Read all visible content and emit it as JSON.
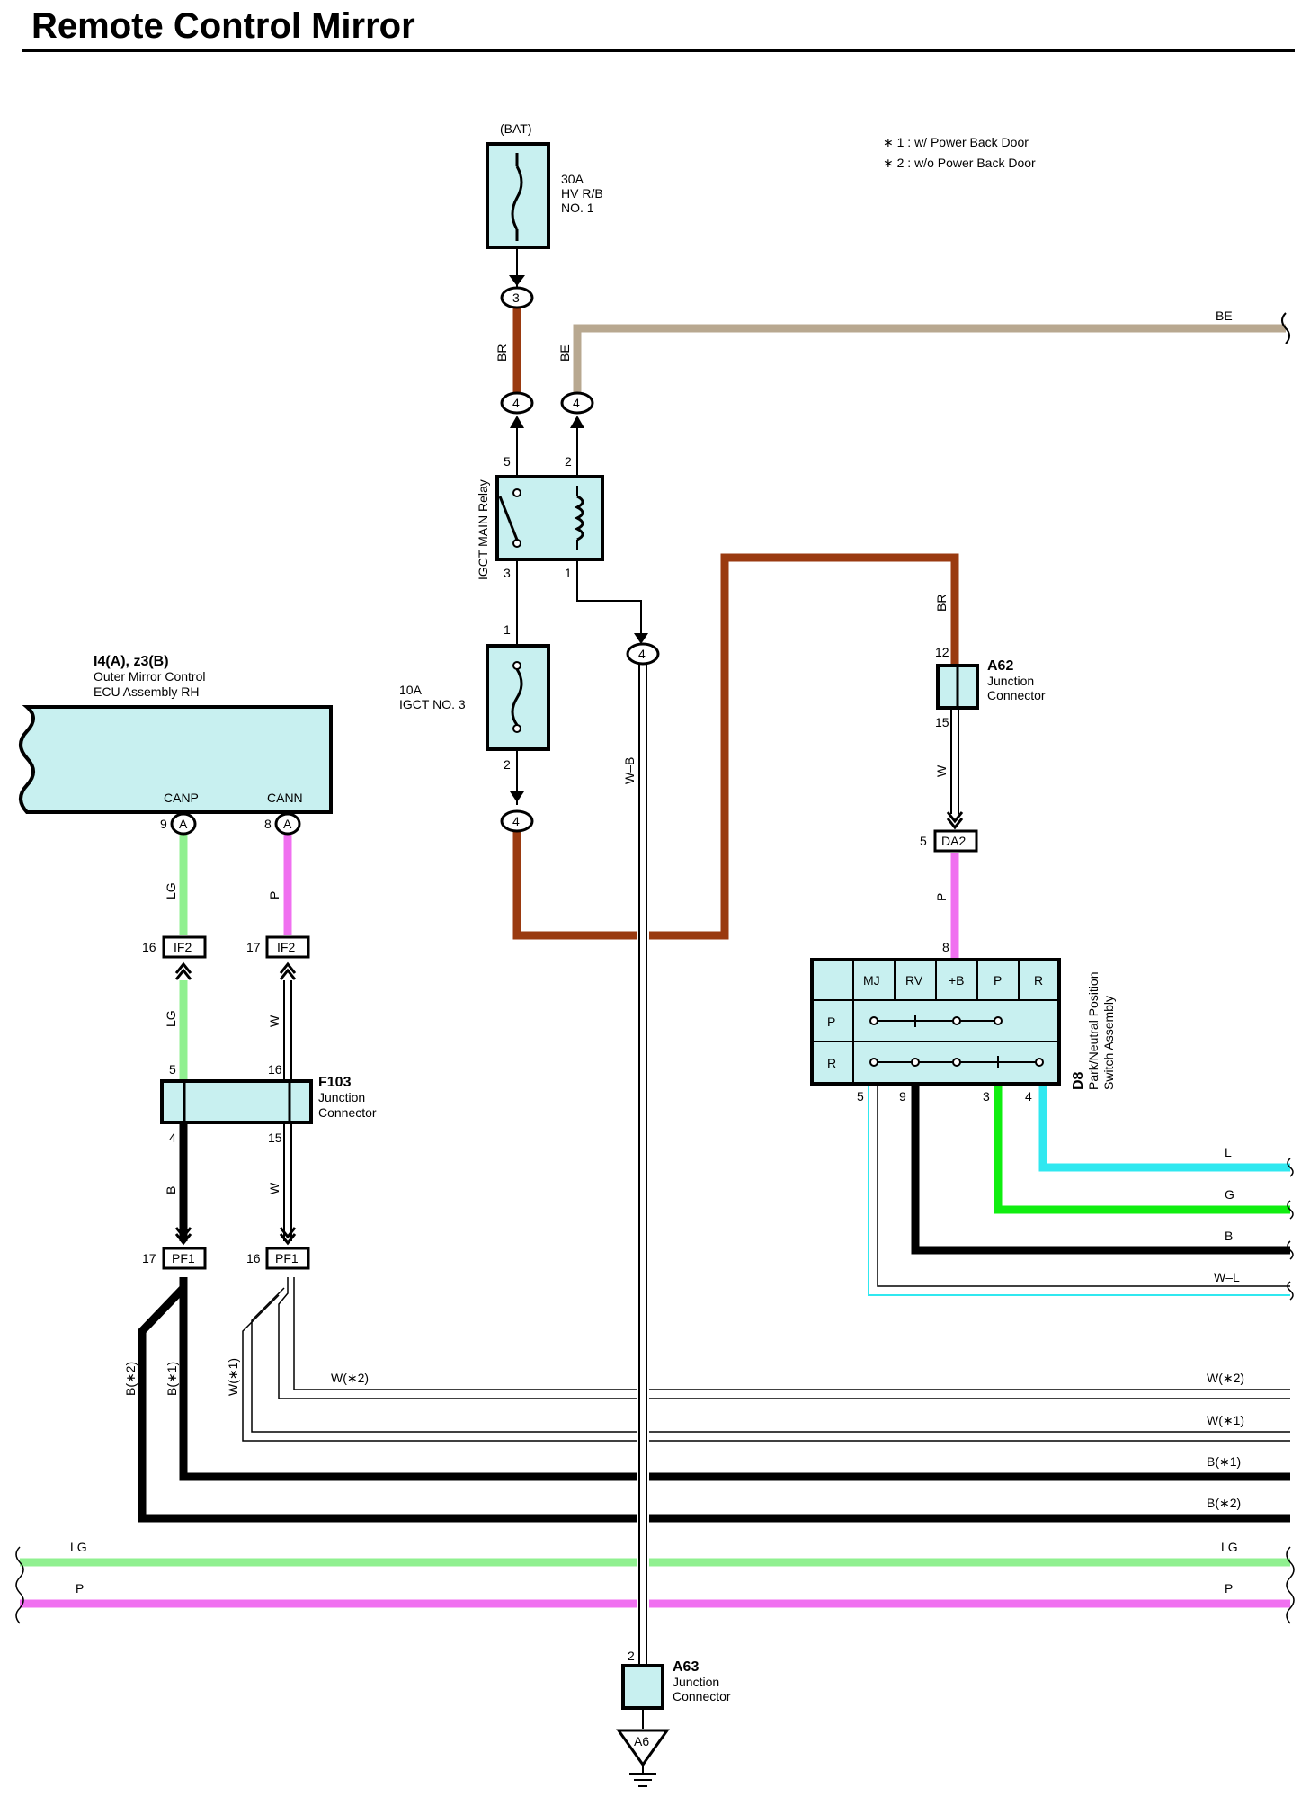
{
  "title": "Remote Control Mirror",
  "colors": {
    "BR": "#9a3a10",
    "BE": "#b8a890",
    "LG": "#90f090",
    "P": "#f070f0",
    "G": "#10ee10",
    "L": "#30e8f0",
    "B": "#000000",
    "W": "#ffffff",
    "component_fill": "#c8f0f0"
  },
  "notes": {
    "note1": "∗ 1 : w/ Power Back Door",
    "note2": "∗ 2 : w/o Power Back Door"
  },
  "bat": {
    "label": "(BAT)",
    "fuse_rating": "30A",
    "fuse_name1": "HV R/B",
    "fuse_name2": "NO. 1",
    "conn_pin": "3"
  },
  "relay": {
    "name": "IGCT MAIN Relay",
    "pin5": "5",
    "pin2": "2",
    "pin3": "3",
    "pin1": "1",
    "conn_left": "4",
    "conn_right": "4",
    "conn_out": "4"
  },
  "fuse2": {
    "rating": "10A",
    "name": "IGCT NO. 3",
    "pin1": "1",
    "pin2": "2",
    "conn_bottom": "4"
  },
  "ecu": {
    "code": "I4(A), z3(B)",
    "name1": "Outer Mirror Control",
    "name2": "ECU Assembly RH",
    "canp": "CANP",
    "cann": "CANN",
    "pin_canp": "9",
    "pin_cann": "8",
    "conn_letter": "A"
  },
  "if2": {
    "label": "IF2",
    "pin_left": "16",
    "pin_right": "17"
  },
  "f103": {
    "code": "F103",
    "name1": "Junction",
    "name2": "Connector",
    "pin5": "5",
    "pin16": "16",
    "pin4": "4",
    "pin15": "15"
  },
  "pf1": {
    "label": "PF1",
    "pin_left": "17",
    "pin_right": "16"
  },
  "a62": {
    "code": "A62",
    "name1": "Junction",
    "name2": "Connector",
    "pin12": "12",
    "pin15": "15"
  },
  "da2": {
    "label": "DA2",
    "pin": "5"
  },
  "d8": {
    "code": "D8",
    "name1": "Park/Neutral Position",
    "name2": "Switch Assembly",
    "columns": [
      "MJ",
      "RV",
      "+B",
      "P",
      "R"
    ],
    "rows": [
      "P",
      "R"
    ],
    "pin_top": "8",
    "pin5": "5",
    "pin9": "9",
    "pin3": "3",
    "pin4": "4"
  },
  "a63": {
    "code": "A63",
    "name1": "Junction",
    "name2": "Connector",
    "pin": "2",
    "ground": "A6"
  },
  "wires": {
    "br1": "BR",
    "be1": "BE",
    "be_right": "BE",
    "wb": "W–B",
    "br2": "BR",
    "w_a62": "W",
    "p_da2": "P",
    "lg1": "LG",
    "p1": "P",
    "lg2": "LG",
    "w2": "W",
    "b_f103": "B",
    "w_f103": "W",
    "b_s2": "B(∗2)",
    "b_s1": "B(∗1)",
    "w_s1": "W(∗1)",
    "w_s2_mid": "W(∗2)",
    "r_l": "L",
    "r_g": "G",
    "r_b": "B",
    "r_wl": "W–L",
    "r_w2": "W(∗2)",
    "r_w1": "W(∗1)",
    "r_b1": "B(∗1)",
    "r_b2": "B(∗2)",
    "bus_lg_left": "LG",
    "bus_lg_right": "LG",
    "bus_p_left": "P",
    "bus_p_right": "P"
  }
}
